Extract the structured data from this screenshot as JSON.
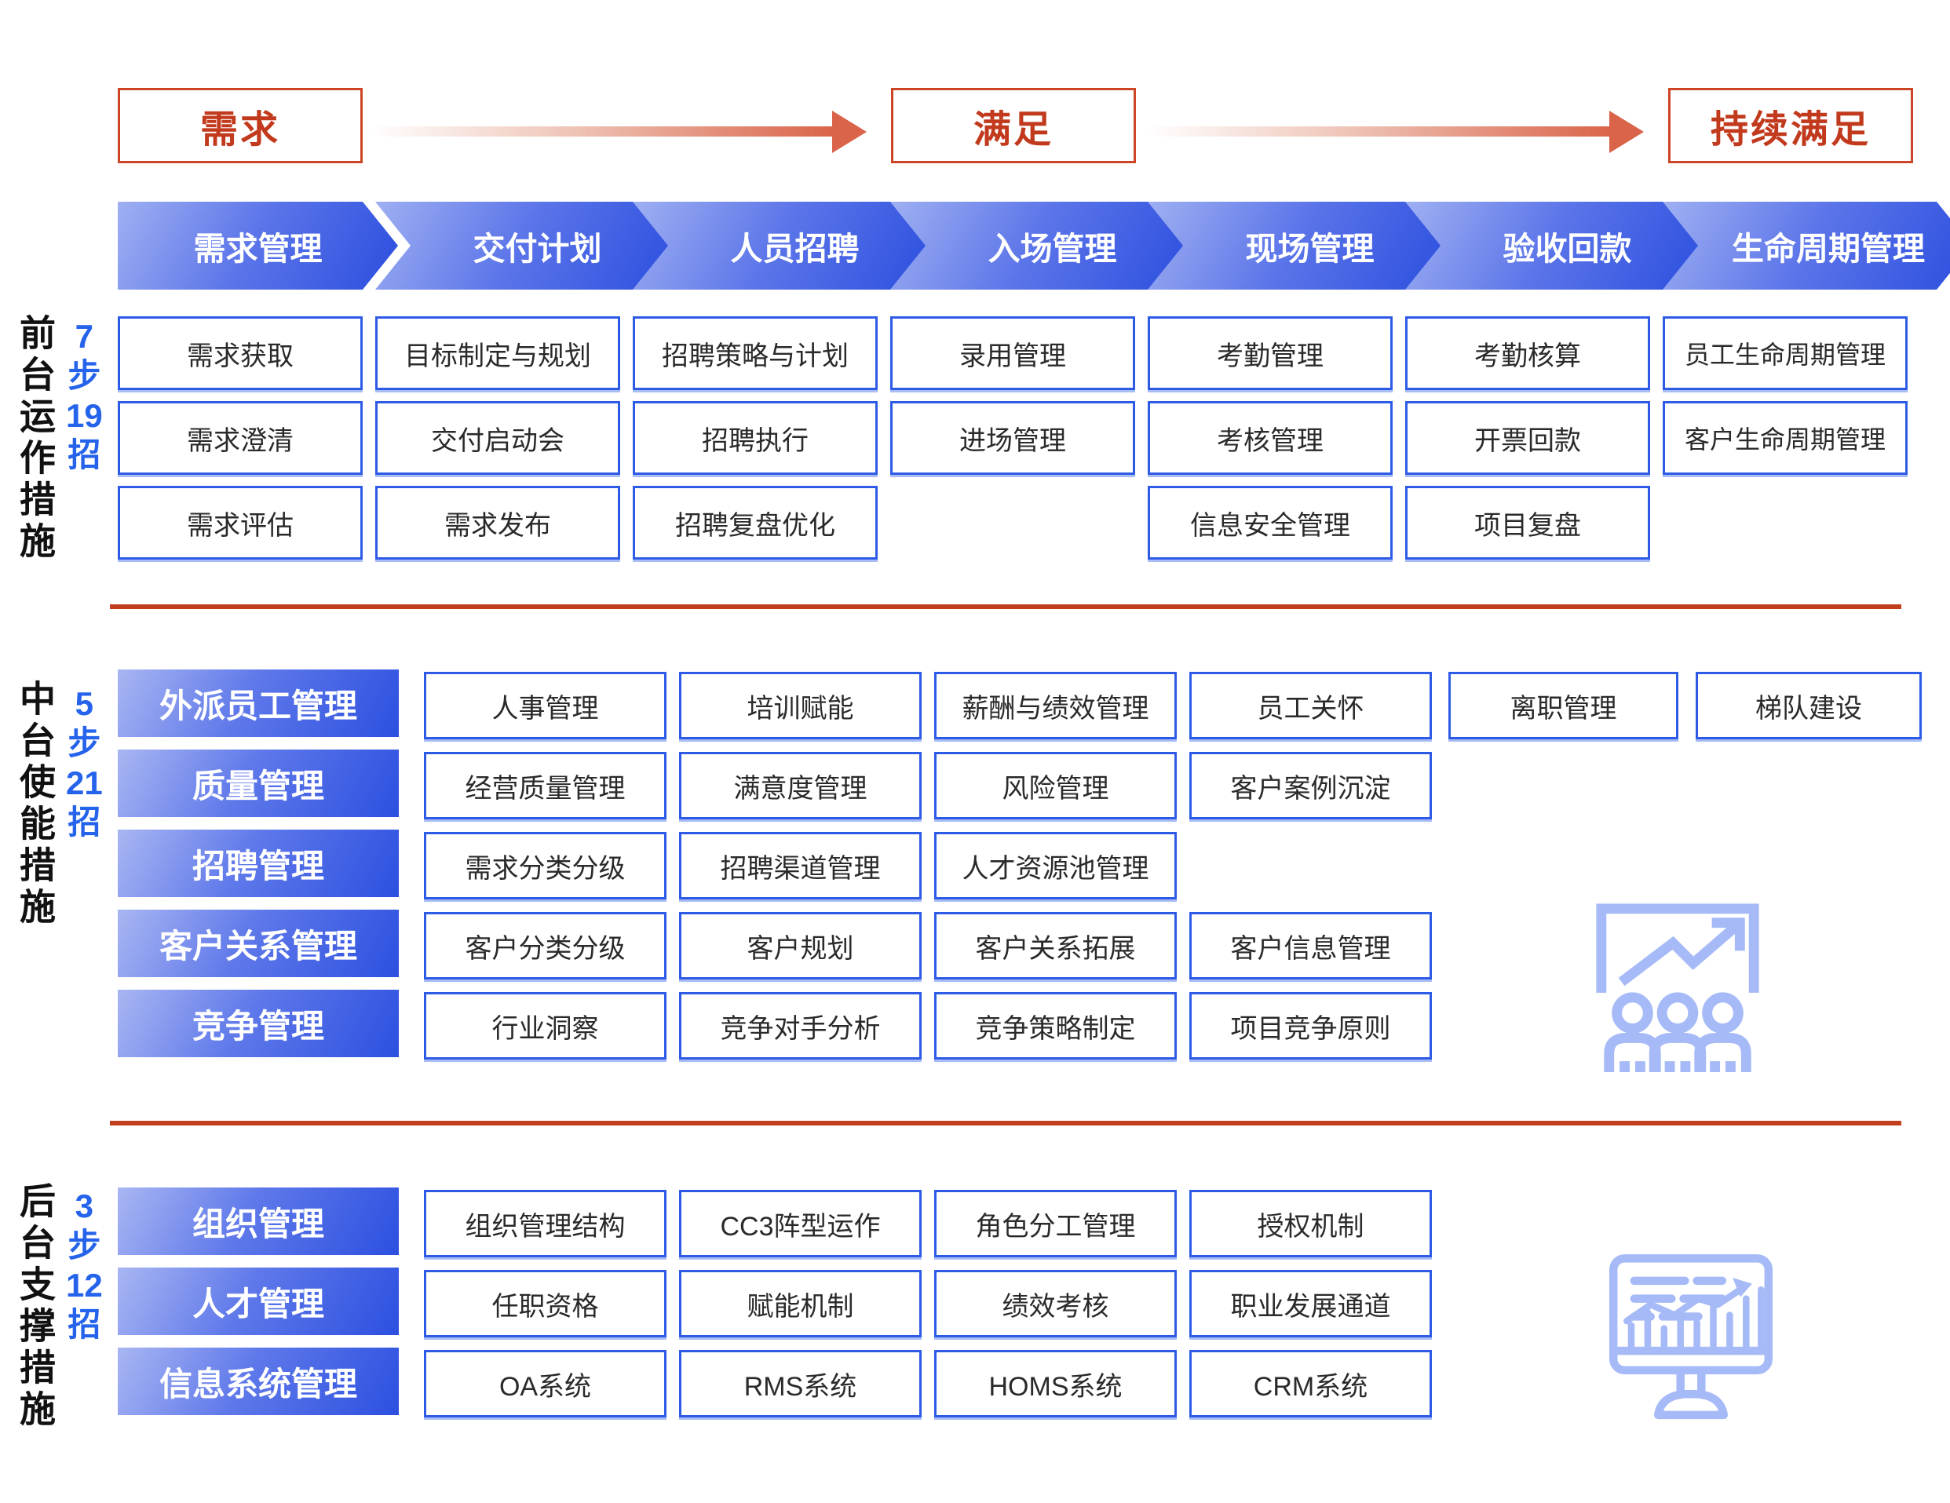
{
  "flow": {
    "stages": [
      "需求",
      "满足",
      "持续满足"
    ]
  },
  "chevrons": [
    "需求管理",
    "交付计划",
    "人员招聘",
    "入场管理",
    "现场管理",
    "验收回款",
    "生命周期管理"
  ],
  "front": {
    "side_label": "前台运作措施",
    "stat": [
      "7",
      "步",
      "19",
      "招"
    ],
    "cells": [
      "需求获取",
      "目标制定与规划",
      "招聘策略与计划",
      "录用管理",
      "考勤管理",
      "考勤核算",
      "员工生命周期管理",
      "需求澄清",
      "交付启动会",
      "招聘执行",
      "进场管理",
      "考核管理",
      "开票回款",
      "客户生命周期管理",
      "需求评估",
      "需求发布",
      "招聘复盘优化",
      "信息安全管理",
      "项目复盘"
    ]
  },
  "middle": {
    "side_label": "中台使能措施",
    "stat": [
      "5",
      "步",
      "21",
      "招"
    ],
    "rows": [
      {
        "header": "外派员工管理",
        "cells": [
          "人事管理",
          "培训赋能",
          "薪酬与绩效管理",
          "员工关怀",
          "离职管理",
          "梯队建设"
        ]
      },
      {
        "header": "质量管理",
        "cells": [
          "经营质量管理",
          "满意度管理",
          "风险管理",
          "客户案例沉淀"
        ]
      },
      {
        "header": "招聘管理",
        "cells": [
          "需求分类分级",
          "招聘渠道管理",
          "人才资源池管理"
        ]
      },
      {
        "header": "客户关系管理",
        "cells": [
          "客户分类分级",
          "客户规划",
          "客户关系拓展",
          "客户信息管理"
        ]
      },
      {
        "header": "竞争管理",
        "cells": [
          "行业洞察",
          "竞争对手分析",
          "竞争策略制定",
          "项目竞争原则"
        ]
      }
    ]
  },
  "bottom": {
    "side_label": "后台支撑措施",
    "stat": [
      "3",
      "步",
      "12",
      "招"
    ],
    "rows": [
      {
        "header": "组织管理",
        "cells": [
          "组织管理结构",
          "CC3阵型运作",
          "角色分工管理",
          "授权机制"
        ]
      },
      {
        "header": "人才管理",
        "cells": [
          "任职资格",
          "赋能机制",
          "绩效考核",
          "职业发展通道"
        ]
      },
      {
        "header": "信息系统管理",
        "cells": [
          "OA系统",
          "RMS系统",
          "HOMS系统",
          "CRM系统"
        ]
      }
    ]
  },
  "icons": {
    "middle_icon": "presentation-chart-people-icon",
    "bottom_icon": "monitor-analytics-icon"
  },
  "colors": {
    "accent_red": "#c8431f",
    "divider_red": "#c33e1d",
    "primary_blue": "#2e5be6",
    "gradient_blue_light": "#9fb0f2",
    "gradient_blue_dark": "#2a4ede",
    "icon_blue": "#a6baf7",
    "stat_blue": "#2563eb"
  }
}
